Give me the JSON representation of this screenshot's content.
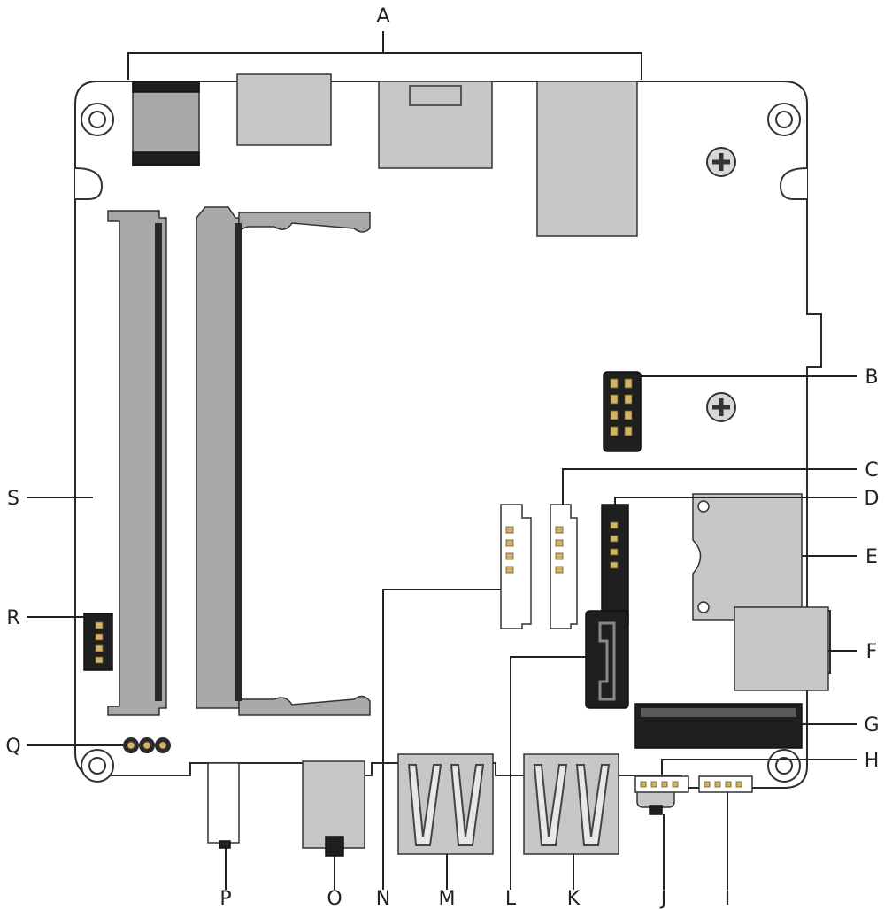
{
  "labels": {
    "A": "A",
    "B": "B",
    "C": "C",
    "D": "D",
    "E": "E",
    "F": "F",
    "G": "G",
    "H": "H",
    "I": "I",
    "J": "J",
    "K": "K",
    "L": "L",
    "M": "M",
    "N": "N",
    "O": "O",
    "P": "P",
    "Q": "Q",
    "R": "R",
    "S": "S"
  }
}
